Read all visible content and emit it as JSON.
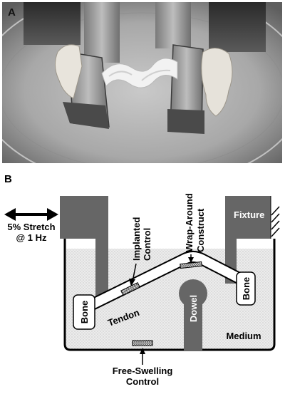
{
  "panel_a": {
    "letter": "A"
  },
  "panel_b": {
    "letter": "B",
    "labels": {
      "stretch_line1": "5% Stretch",
      "stretch_line2": "@ 1 Hz",
      "implanted_line1": "Implanted",
      "implanted_line2": "Control",
      "wrap_line1": "Wrap-Around",
      "wrap_line2": "Construct",
      "fixture": "Fixture",
      "bone_left": "Bone",
      "bone_right": "Bone",
      "tendon": "Tendon",
      "dowel": "Dowel",
      "medium": "Medium",
      "free_line1": "Free-Swelling",
      "free_line2": "Control"
    }
  }
}
